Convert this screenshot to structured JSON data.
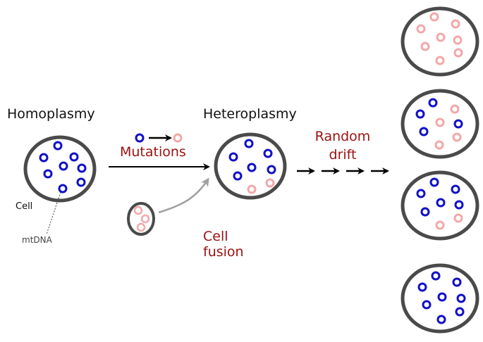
{
  "labels": {
    "homoplasmy": "Homoplasmy",
    "heteroplasmy": "Heteroplasmy",
    "mutations": "Mutations",
    "random": "Random",
    "drift": "drift",
    "cell": "Cell",
    "mtdna": "mtDNA",
    "cell_fusion_1": "Cell",
    "cell_fusion_2": "fusion"
  },
  "colors": {
    "wildtype_mtdna": "#1010c8",
    "mutant_mtdna": "#f2a8a8",
    "membrane": "#4a4a4a",
    "arrow": "#000000",
    "fusion_arrow": "#a0a0a0",
    "label_red": "#9b1111"
  },
  "icons": [
    "mtdna-ring-icon",
    "cell-membrane-icon",
    "arrow-icon"
  ]
}
